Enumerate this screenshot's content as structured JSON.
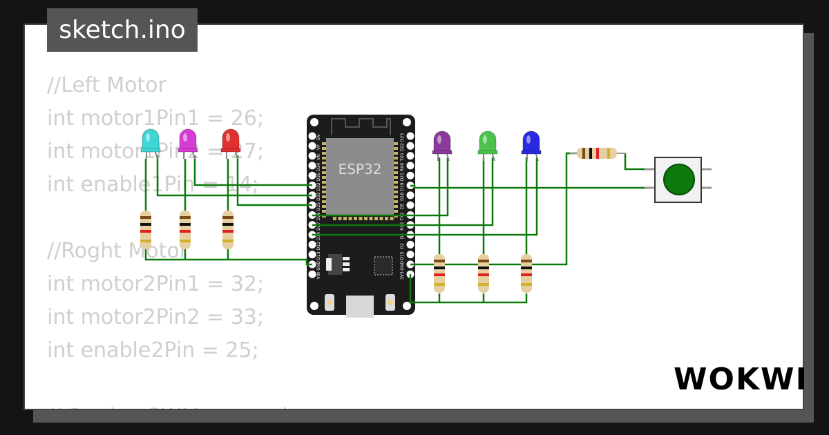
{
  "title": "sketch.ino",
  "code_lines": [
    "//Left Motor",
    "int motor1Pin1 = 26;",
    "int motor1Pin2 = 27;",
    "int enable1Pin = 14;",
    "",
    "//Roght Motor",
    "int motor2Pin1 = 32;",
    "int motor2Pin2 = 33;",
    "int enable2Pin = 25;",
    "",
    "// Setting PWM properties"
  ],
  "board": {
    "label": "ESP32",
    "left_pins": [
      "EN",
      "VP",
      "VN",
      "D34",
      "D35",
      "D32",
      "D33",
      "D25",
      "D26",
      "D27",
      "D14",
      "D12",
      "D13",
      "GND",
      "VIN"
    ],
    "right_pins": [
      "D23",
      "D22",
      "TX0",
      "RX0",
      "D21",
      "D19",
      "D18",
      "D5",
      "TX2",
      "RX2",
      "D4",
      "D2",
      "D15",
      "GND",
      "3V3"
    ]
  },
  "leds": [
    {
      "color": "#3fd6d6"
    },
    {
      "color": "#d53cd5"
    },
    {
      "color": "#e03030"
    },
    {
      "color": "#8a3a9a"
    },
    {
      "color": "#4cc24c"
    },
    {
      "color": "#2a2ae0"
    }
  ],
  "wire_color": "#0a7a0a",
  "brand": "WOKWI"
}
